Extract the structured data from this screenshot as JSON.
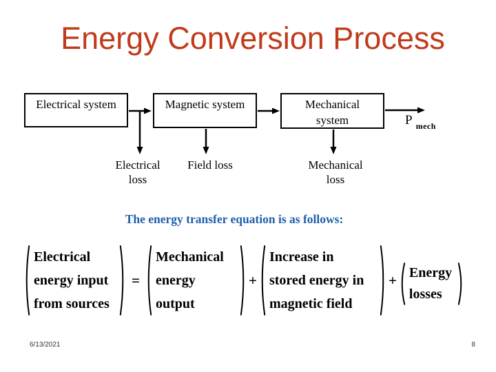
{
  "slide": {
    "title": "Energy Conversion Process",
    "footer": {
      "date": "6/13/2021",
      "page_number": "8"
    }
  },
  "colors": {
    "title_red": "#C03B1C",
    "intro_blue": "#1F5FAC",
    "diagram_ink": "#000000"
  },
  "diagram": {
    "boxes": [
      {
        "lines": [
          "Electrical system"
        ]
      },
      {
        "lines": [
          "Magnetic system"
        ]
      },
      {
        "lines": [
          "Mechanical",
          "system"
        ]
      }
    ],
    "losses": [
      {
        "lines": [
          "Electrical",
          "loss"
        ]
      },
      {
        "lines": [
          "Field loss"
        ]
      },
      {
        "lines": [
          "Mechanical",
          "loss"
        ]
      }
    ],
    "output": {
      "main": "P",
      "subscript": "mech"
    }
  },
  "equation": {
    "intro": "The energy transfer equation is as follows:",
    "terms": [
      {
        "lines": [
          "Electrical",
          "energy input",
          "from sources"
        ]
      },
      {
        "lines": [
          "Mechanical",
          "energy",
          "output"
        ]
      },
      {
        "lines": [
          "Increase in",
          "stored energy in",
          "magnetic field"
        ]
      },
      {
        "lines": [
          "Energy",
          "losses"
        ]
      }
    ],
    "operators": [
      "=",
      "+",
      "+"
    ]
  }
}
